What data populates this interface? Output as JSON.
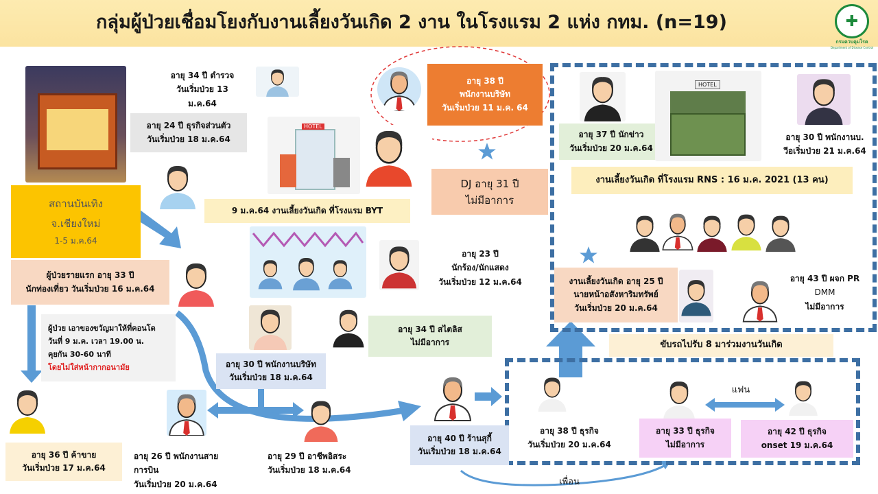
{
  "header": {
    "title": "กลุ่มผู้ป่วยเชื่อมโยงกับงานเลี้ยงวันเกิด 2 งาน ในโรงแรม 2 แห่ง กทม. (n=19)",
    "logo_text": "กรมควบคุมโรค",
    "logo_subtext": "Department of Disease Control"
  },
  "colors": {
    "accent_blue": "#5b9bd5",
    "dash_blue": "#3d6fa3",
    "orange": "#ed7d31",
    "gold": "#fcc400"
  },
  "venue": {
    "line1": "สถานบันเทิง",
    "line2": "จ.เชียงใหม่",
    "line3": "1-5 ม.ค.64"
  },
  "first_case": {
    "line1": "ผู้ป่วยรายแรก อายุ 33 ปี",
    "line2": "นักท่องเที่ยว วันเริ่มป่วย 16 ม.ค.64"
  },
  "note": {
    "line1": "ผู้ป่วย เอาของขวัญมาให้ที่คอนโด",
    "line2": "วันที่ 9 ม.ค. เวลา 19.00 น.",
    "line3": "คุยกัน 30-60 นาที",
    "line4": "โดยไม่ใส่หน้ากากอนามัย"
  },
  "cases": {
    "police": {
      "line1": "อายุ 34 ปี ตำรวจ",
      "line2": "วันเริ่มป่วย 13 ม.ค.64"
    },
    "business24": {
      "line1": "อายุ 24 ปี ธุรกิจส่วนตัว",
      "line2": "วันเริ่มป่วย 18 ม.ค.64"
    },
    "employee38": {
      "line1": "อายุ 38 ปี",
      "line2": "พนักงานบริษัท",
      "line3": "วันเริ่มป่วย 11 ม.ค. 64"
    },
    "dj": {
      "line1": "DJ อายุ 31 ปี",
      "line2": "ไม่มีอาการ"
    },
    "singer": {
      "line1": "อายุ 23 ปี",
      "line2": "นักร้อง/นักแสดง",
      "line3": "วันเริ่มป่วย 12 ม.ค.64"
    },
    "stylist": {
      "line1": "อายุ 34 ปี สไตลิส",
      "line2": "ไม่มีอาการ"
    },
    "employee30": {
      "line1": "อายุ 30 ปี พนักงานบริษัท",
      "line2": "วันเริ่มป่วย 18 ม.ค.64"
    },
    "seller": {
      "line1": "อายุ 36 ปี ค้าขาย",
      "line2": "วันเริ่มป่วย 17 ม.ค.64"
    },
    "airline": {
      "line1": "อายุ 26 ปี พนักงานสายการบิน",
      "line2": "วันเริ่มป่วย 20 ม.ค.64"
    },
    "freelance": {
      "line1": "อายุ 29 ปี อาชีพอิสระ",
      "line2": "วันเริ่มป่วย 18 ม.ค.64"
    },
    "sukiyaki": {
      "line1": "อายุ 40 ปี ร้านสุกี้",
      "line2": "วันเริ่มป่วย 18 ม.ค.64"
    },
    "reporter": {
      "line1": "อายุ 37 ปี นักข่าว",
      "line2": "วันเริ่มป่วย 20 ม.ค.64"
    },
    "employee30b": {
      "line1": "อายุ 30 ปี พนักงานบ.",
      "line2": "วีอเริ่มป่วย 21 ม.ค.64"
    },
    "broker": {
      "line1": "งานเลี้ยงวันเกิด อายุ 25 ปี",
      "line2": "นายหน้าอสังหาริมทรัพย์",
      "line3": "วันเริ่มป่วย 20 ม.ค.64"
    },
    "pr": {
      "line1": "อายุ 43 ปี ผจก PR",
      "line2": "DMM",
      "line3": "ไม่มีอาการ"
    },
    "business38": {
      "line1": "อายุ 38 ปี ธุรกิจ",
      "line2": "วันเริ่มป่วย 20 ม.ค.64"
    },
    "business33": {
      "line1": "อายุ 33 ปี ธุรกิจ",
      "line2": "ไม่มีอาการ"
    },
    "business42": {
      "line1": "อายุ 42 ปี ธุรกิจ",
      "line2": "onset 19 ม.ค.64"
    }
  },
  "events": {
    "byt": "9 ม.ค.64 งานเลี้ยงวันเกิด ที่โรงแรม BYT",
    "rns": "งานเลี้ยงวันเกิด ที่โรงแรม RNS  : 16 ม.ค. 2021 (13 คน)",
    "drive": "ขับรถไปรับ 8 มาร่วมงานวันเกิด"
  },
  "labels": {
    "partner": "แฟน",
    "friend": "เพื่อน",
    "hotel_sign": "HOTEL"
  }
}
